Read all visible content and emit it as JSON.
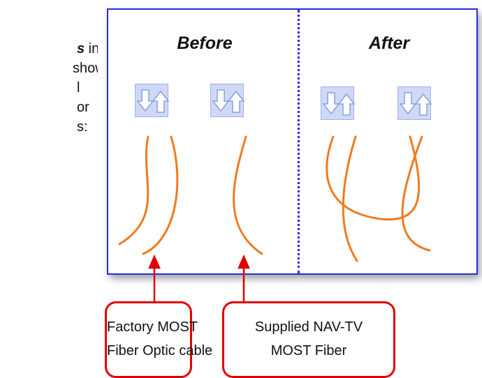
{
  "intro_text": {
    "line1_bold": "s",
    "line1_rest": " into",
    "line2": "shown",
    "line3": "l",
    "line4": "or",
    "line5": "s:"
  },
  "diagram": {
    "before_title": "Before",
    "after_title": "After"
  },
  "callouts": {
    "factory": {
      "line1": "Factory MOST",
      "line2": "Fiber Optic cable"
    },
    "supplied": {
      "line1": "Supplied NAV-TV",
      "line2": "MOST Fiber"
    }
  },
  "colors": {
    "frame": "#2a2ae0",
    "fiber": "#f07a1e",
    "callout_border": "#e00000",
    "connector_fill": "#cfd9f7"
  }
}
